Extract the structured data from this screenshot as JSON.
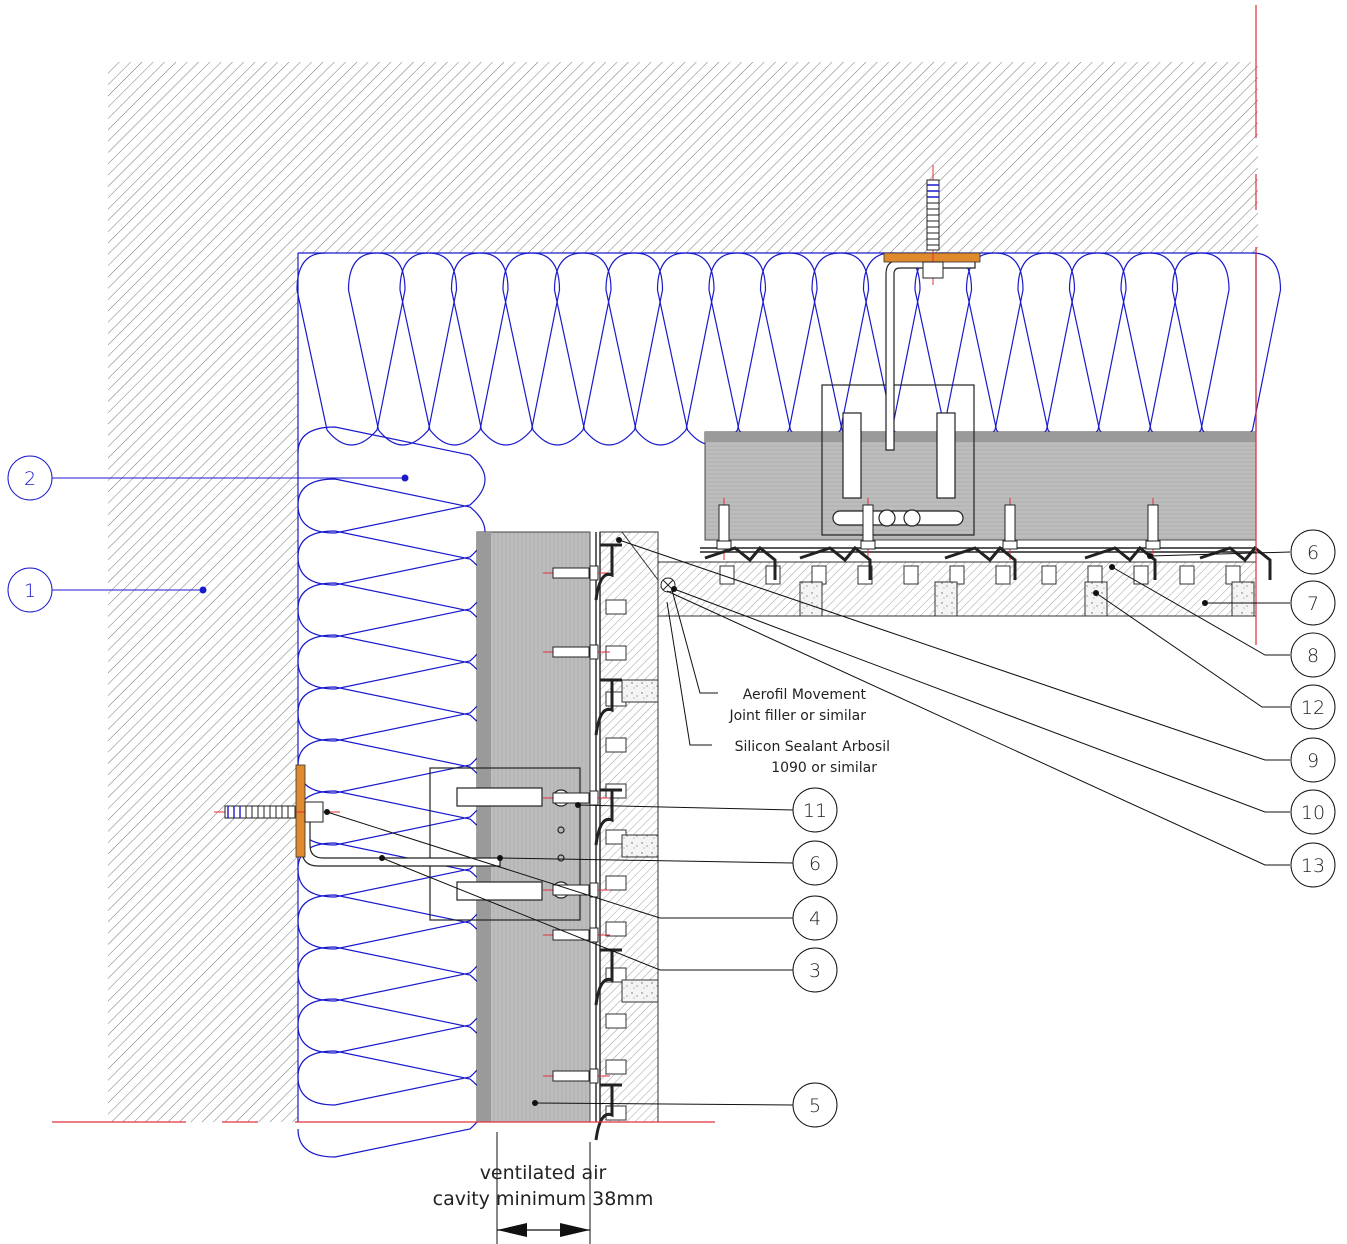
{
  "callouts": {
    "c1": "1",
    "c2": "2",
    "c3": "3",
    "c4": "4",
    "c5": "5",
    "c6a": "6",
    "c6b": "6",
    "c7": "7",
    "c8": "8",
    "c9": "9",
    "c10": "10",
    "c11": "11",
    "c12": "12",
    "c13": "13"
  },
  "notes": {
    "aerofil_line1": "Aerofil Movement",
    "aerofil_line2": "Joint filler or similar",
    "silicon_line1": "Silicon Sealant Arbosil",
    "silicon_line2": "1090 or similar"
  },
  "dimension": {
    "line1": "ventilated air",
    "line2": "cavity minimum 38mm"
  },
  "colors": {
    "insulation": "#1a1acc",
    "centerline": "#e0303a",
    "hatch": "#555555",
    "board": "#b8b8b8",
    "washer": "#e08a2e",
    "callout_line": "#111111"
  }
}
